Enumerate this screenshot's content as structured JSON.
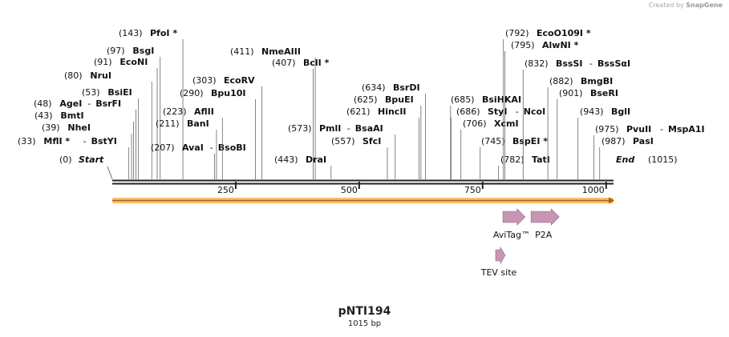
{
  "credit": {
    "prefix": "Created by",
    "brand": "SnapGene"
  },
  "plasmid": {
    "name": "pNTI194",
    "length_text": "1015 bp"
  },
  "sequence": {
    "start_label": "Start",
    "start_pos": "(0)",
    "end_label": "End",
    "end_pos": "(1015)"
  },
  "ruler_ticks": [
    "250",
    "500",
    "750",
    "1000"
  ],
  "sites": [
    {
      "pos": "(33)",
      "names": [
        "MflI *",
        "BstYI"
      ]
    },
    {
      "pos": "(39)",
      "names": [
        "NheI"
      ]
    },
    {
      "pos": "(43)",
      "names": [
        "BmtI"
      ]
    },
    {
      "pos": "(48)",
      "names": [
        "AgeI",
        "BsrFI"
      ]
    },
    {
      "pos": "(53)",
      "names": [
        "BsiEI"
      ]
    },
    {
      "pos": "(80)",
      "names": [
        "NruI"
      ]
    },
    {
      "pos": "(91)",
      "names": [
        "EcoNI"
      ]
    },
    {
      "pos": "(97)",
      "names": [
        "BsgI"
      ]
    },
    {
      "pos": "(143)",
      "names": [
        "PfoI *"
      ]
    },
    {
      "pos": "(207)",
      "names": [
        "AvaI",
        "BsoBI"
      ]
    },
    {
      "pos": "(211)",
      "names": [
        "BanI"
      ]
    },
    {
      "pos": "(223)",
      "names": [
        "AflII"
      ]
    },
    {
      "pos": "(290)",
      "names": [
        "Bpu10I"
      ]
    },
    {
      "pos": "(303)",
      "names": [
        "EcoRV"
      ]
    },
    {
      "pos": "(407)",
      "names": [
        "BclI *"
      ]
    },
    {
      "pos": "(411)",
      "names": [
        "NmeAIII"
      ]
    },
    {
      "pos": "(443)",
      "names": [
        "DraI"
      ]
    },
    {
      "pos": "(557)",
      "names": [
        "SfcI"
      ]
    },
    {
      "pos": "(573)",
      "names": [
        "PmlI",
        "BsaAI"
      ]
    },
    {
      "pos": "(621)",
      "names": [
        "HincII"
      ]
    },
    {
      "pos": "(625)",
      "names": [
        "BpuEI"
      ]
    },
    {
      "pos": "(634)",
      "names": [
        "BsrDI"
      ]
    },
    {
      "pos": "(685)",
      "names": [
        "BsiHKAI"
      ]
    },
    {
      "pos": "(686)",
      "names": [
        "StyI",
        "NcoI"
      ]
    },
    {
      "pos": "(706)",
      "names": [
        "XcmI"
      ]
    },
    {
      "pos": "(745)",
      "names": [
        "BspEI *"
      ]
    },
    {
      "pos": "(782)",
      "names": [
        "TatI"
      ]
    },
    {
      "pos": "(792)",
      "names": [
        "EcoO109I *"
      ]
    },
    {
      "pos": "(795)",
      "names": [
        "AlwNI *"
      ]
    },
    {
      "pos": "(832)",
      "names": [
        "BssSI",
        "BssSαI"
      ]
    },
    {
      "pos": "(882)",
      "names": [
        "BmgBI"
      ]
    },
    {
      "pos": "(901)",
      "names": [
        "BseRI"
      ]
    },
    {
      "pos": "(943)",
      "names": [
        "BglI"
      ]
    },
    {
      "pos": "(975)",
      "names": [
        "PvuII",
        "MspA1I"
      ]
    },
    {
      "pos": "(987)",
      "names": [
        "PasI"
      ]
    }
  ],
  "features": [
    {
      "name": "AviTag™",
      "start": 791,
      "end": 836,
      "color": "#c796b3"
    },
    {
      "name": "P2A",
      "start": 848,
      "end": 905,
      "color": "#c796b3"
    },
    {
      "name": "TEV site",
      "start": 770,
      "end": 788,
      "color": "#c796b3"
    }
  ],
  "orf_bar": {
    "color": "#f5c36a",
    "line_color": "#b25d20"
  },
  "colors": {
    "backbone": "#222222",
    "site_line": "#666666",
    "text": "#111111"
  }
}
